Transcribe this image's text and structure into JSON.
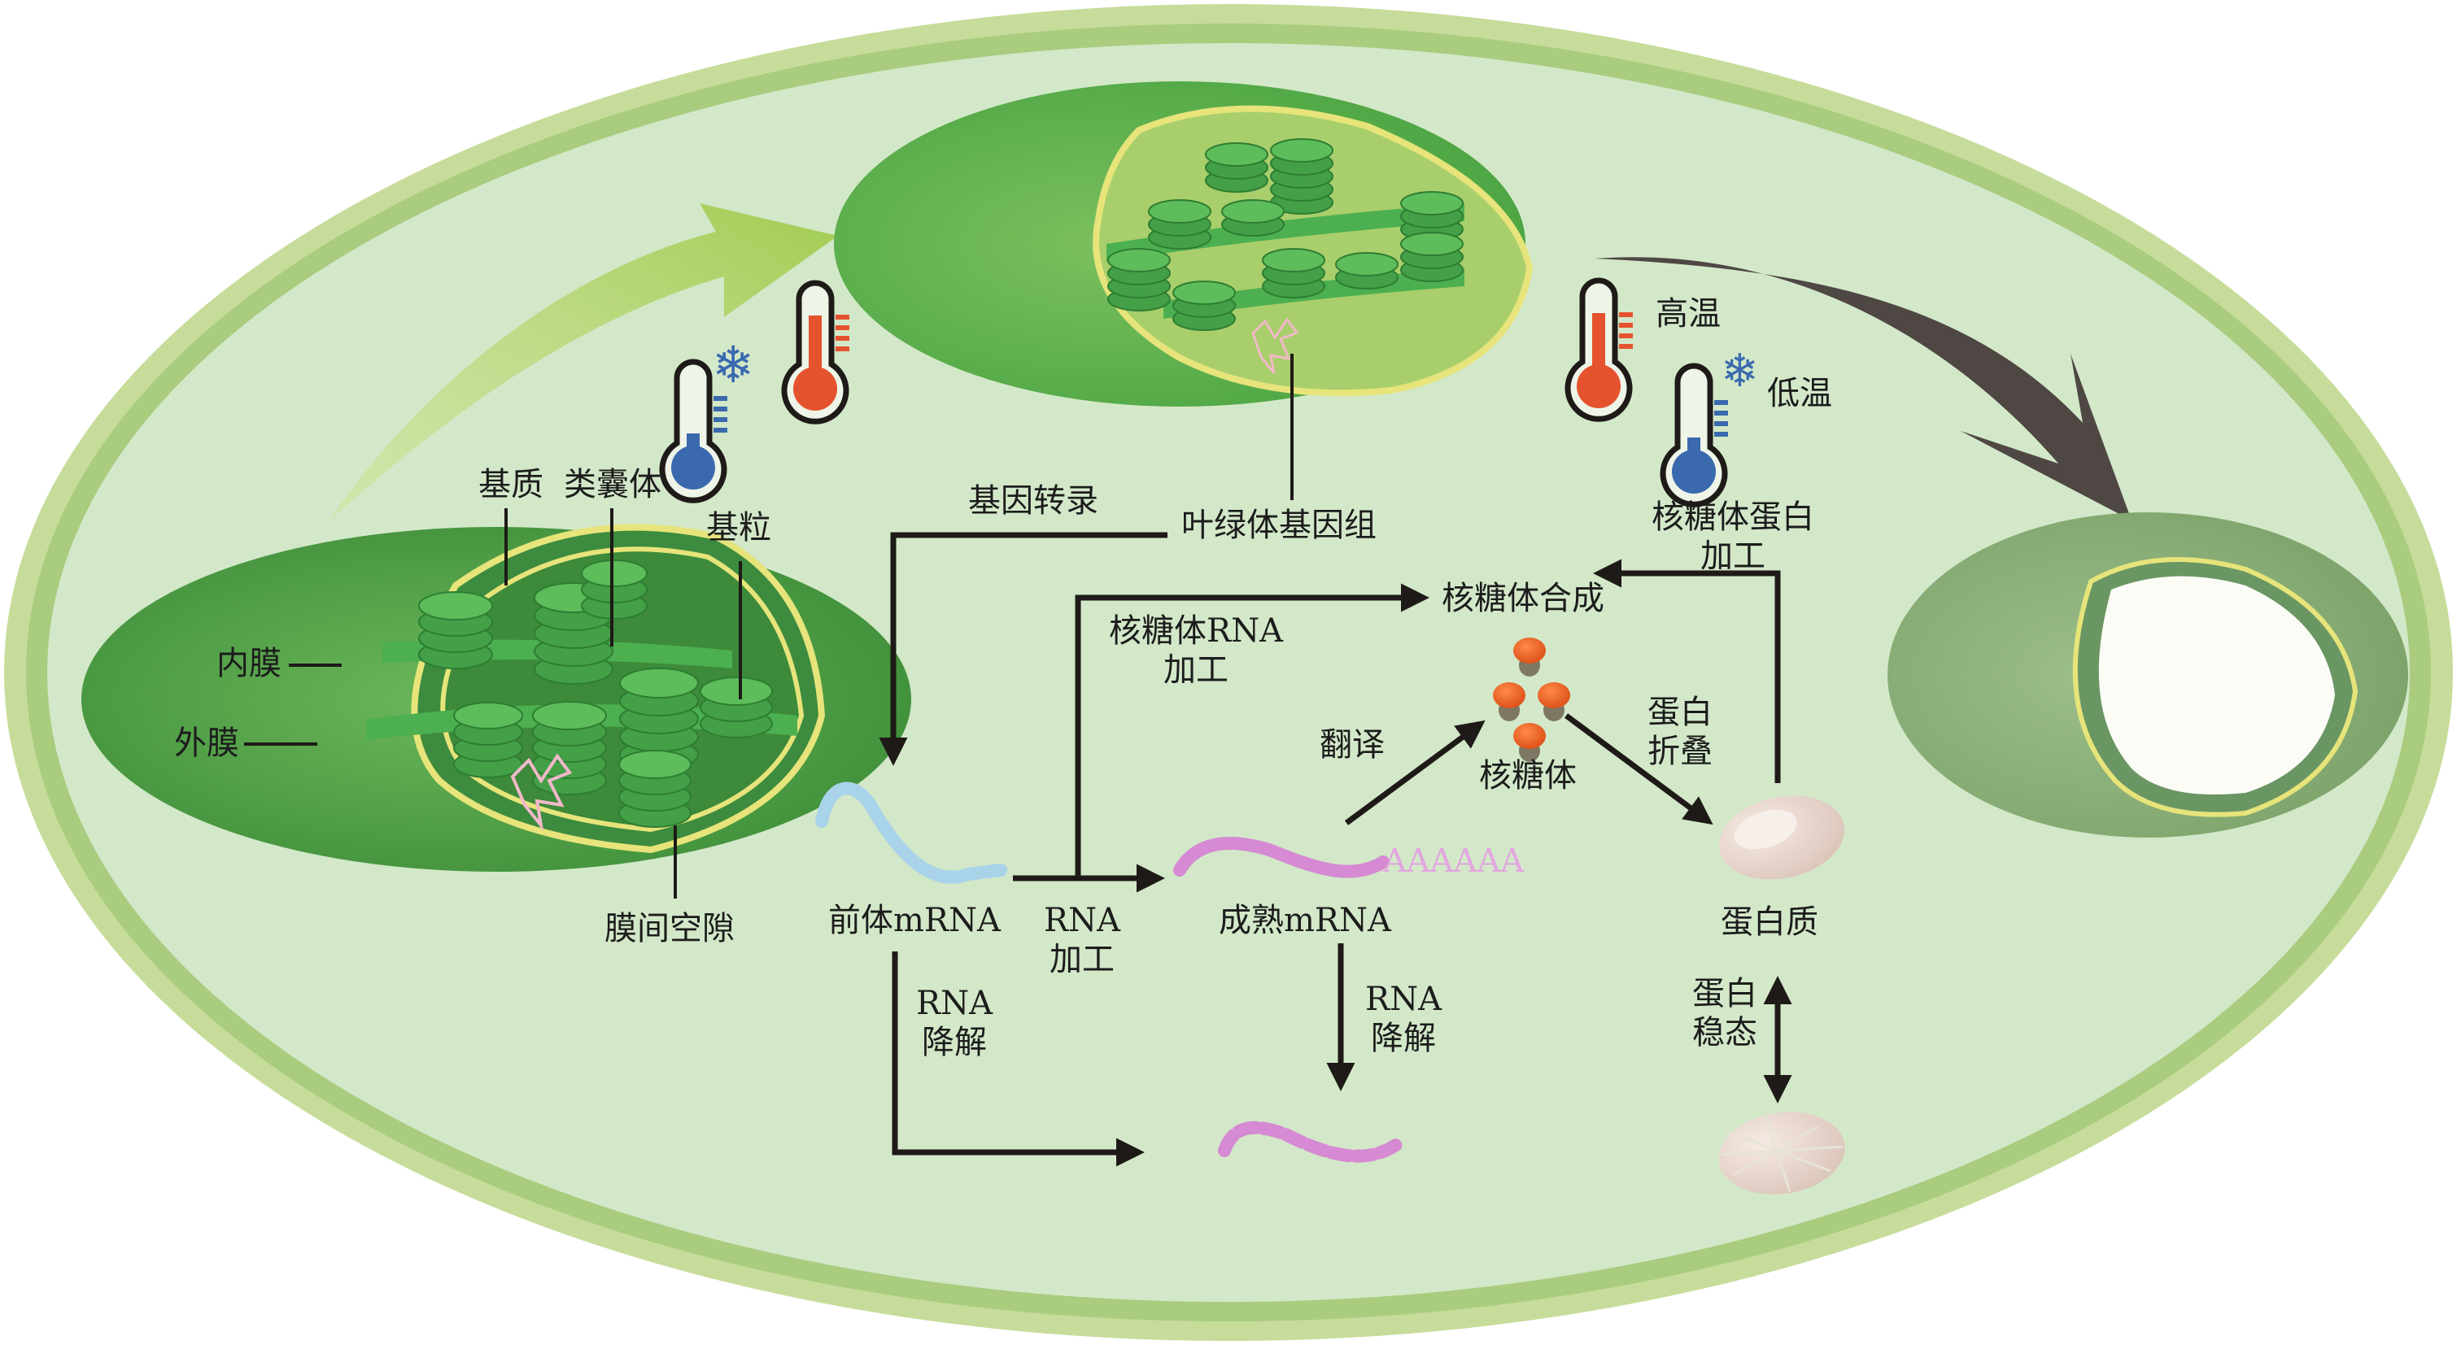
{
  "diagram": {
    "title": "",
    "cell": {
      "background": "#d3e8c9",
      "rim_outer": "#c7dc9a",
      "rim_inner": "#a9cc7e"
    },
    "colors": {
      "chloroplast_dark": "#3f8f3a",
      "chloroplast_mid": "#5aa84b",
      "chloroplast_light": "#a8cf6b",
      "membrane_yellow": "#e6e47a",
      "granum": "#4caf50",
      "damaged_chloroplast": "#8aae78",
      "arrow_green": "#a2cc52",
      "arrow_dark": "#4e4744",
      "hot": "#e5532e",
      "cold": "#3a69ae",
      "mrna_precursor": "#a9d3e8",
      "mrna_mature": "#d58ad3",
      "ribosome_cap": "#f06a28",
      "ribosome_base": "#7d7763",
      "protein": "#ead8cf",
      "flow_arrow": "#1e1a17"
    },
    "structure_labels": {
      "stroma": "基质",
      "thylakoid": "类囊体",
      "granum": "基粒",
      "inner_membrane": "内膜",
      "outer_membrane": "外膜",
      "intermembrane_space": "膜间空隙"
    },
    "temperature_labels": {
      "high": "高温",
      "low": "低温"
    },
    "flow_labels": {
      "gene_transcription": "基因转录",
      "chloroplast_genome": "叶绿体基因组",
      "ribosome_synthesis": "核糖体合成",
      "rrna_processing_line1": "核糖体RNA",
      "rrna_processing_line2": "加工",
      "ribosomal_protein_processing_line1": "核糖体蛋白",
      "ribosomal_protein_processing_line2": "加工",
      "translation": "翻译",
      "ribosome": "核糖体",
      "protein_folding_line1": "蛋白",
      "protein_folding_line2": "折叠",
      "precursor_mrna": "前体mRNA",
      "rna_processing_line1": "RNA",
      "rna_processing_line2": "加工",
      "mature_mrna": "成熟mRNA",
      "poly_a": "AAAAAA",
      "protein": "蛋白质",
      "rna_degradation_a_line1": "RNA",
      "rna_degradation_a_line2": "降解",
      "rna_degradation_b_line1": "RNA",
      "rna_degradation_b_line2": "降解",
      "protein_homeostasis_line1": "蛋白",
      "protein_homeostasis_line2": "稳态"
    }
  }
}
